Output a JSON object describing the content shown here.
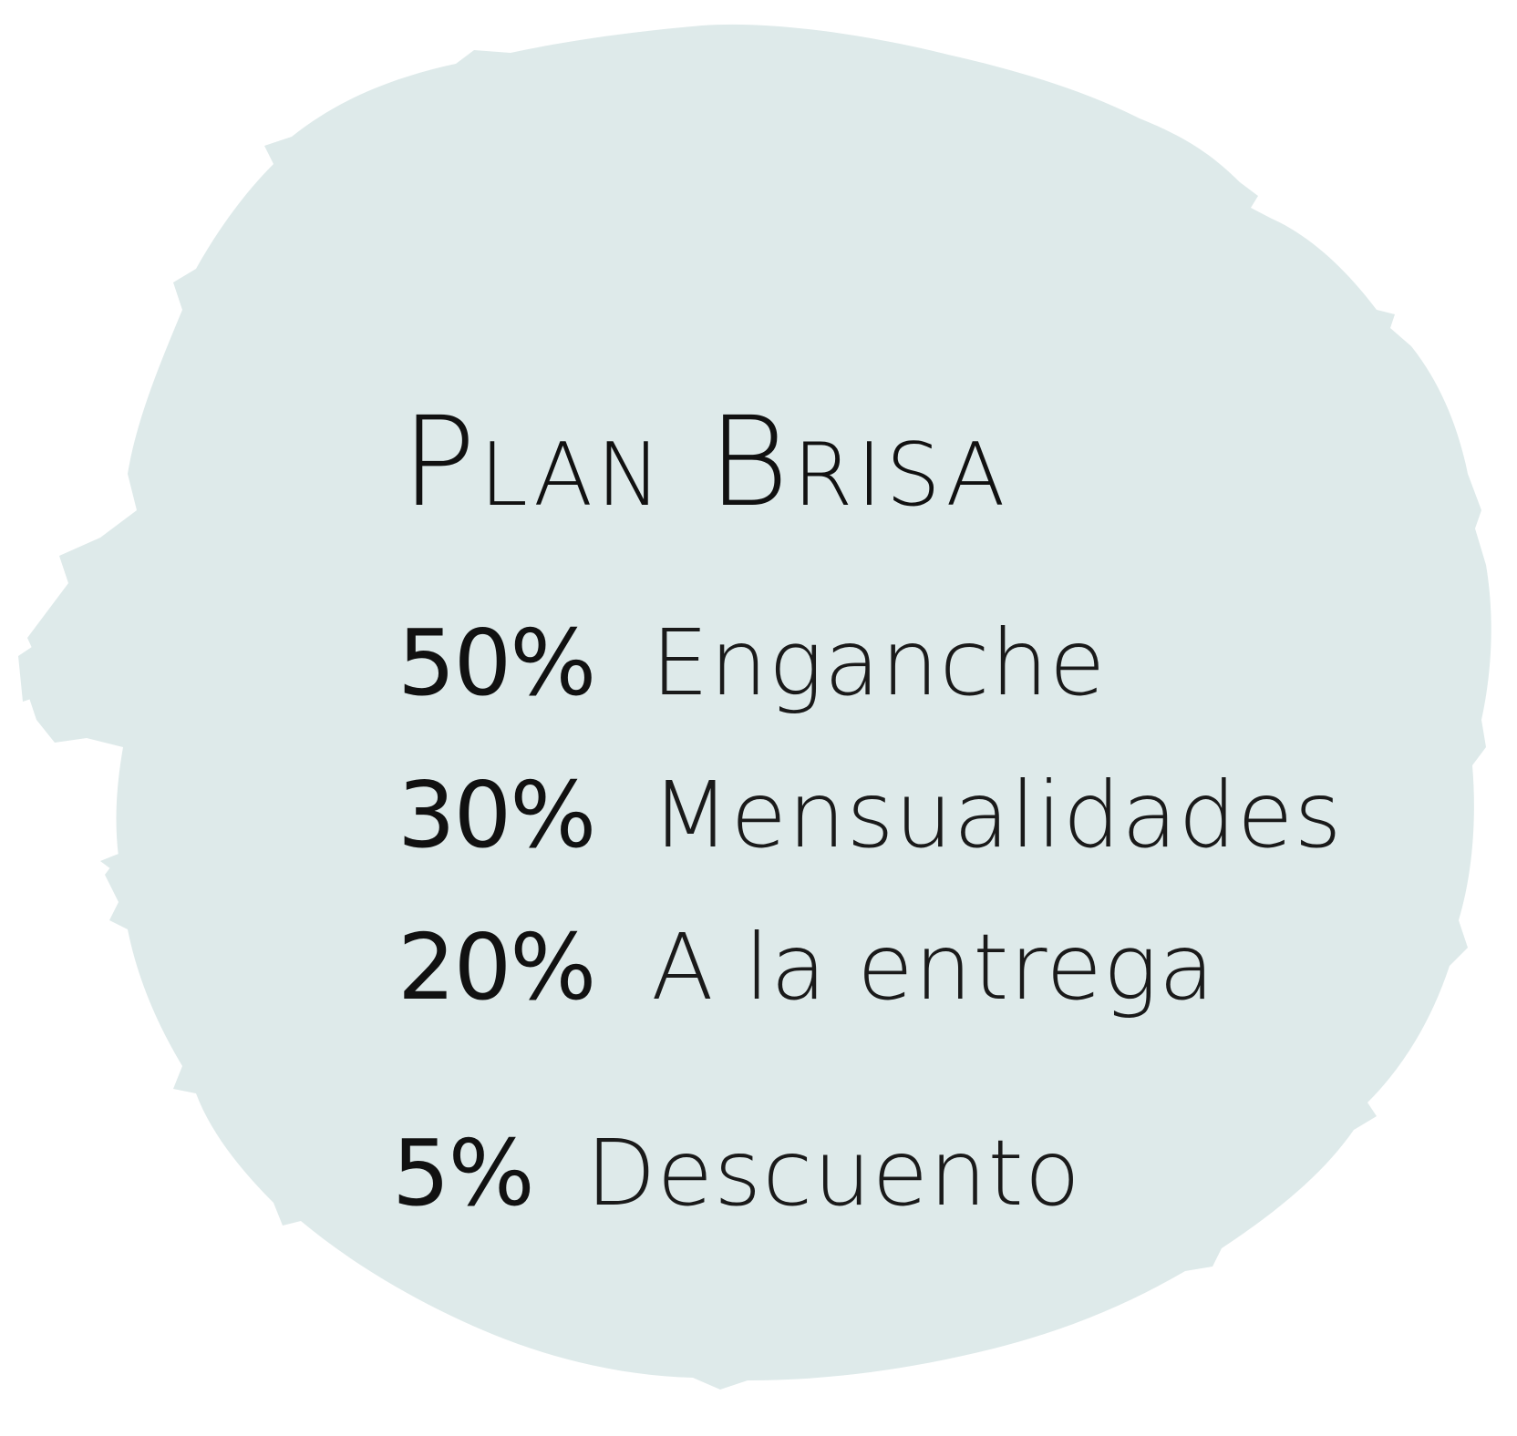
{
  "colors": {
    "blob": "#deeaea",
    "text": "#111111",
    "background": "#ffffff"
  },
  "plan": {
    "title": "Plan Brisa",
    "items": [
      {
        "percent": "50%",
        "label": "Enganche"
      },
      {
        "percent": "30%",
        "label": "Mensualidades"
      },
      {
        "percent": "20%",
        "label": "A la entrega"
      }
    ],
    "discount": {
      "percent": "5%",
      "label": "Descuento"
    }
  }
}
